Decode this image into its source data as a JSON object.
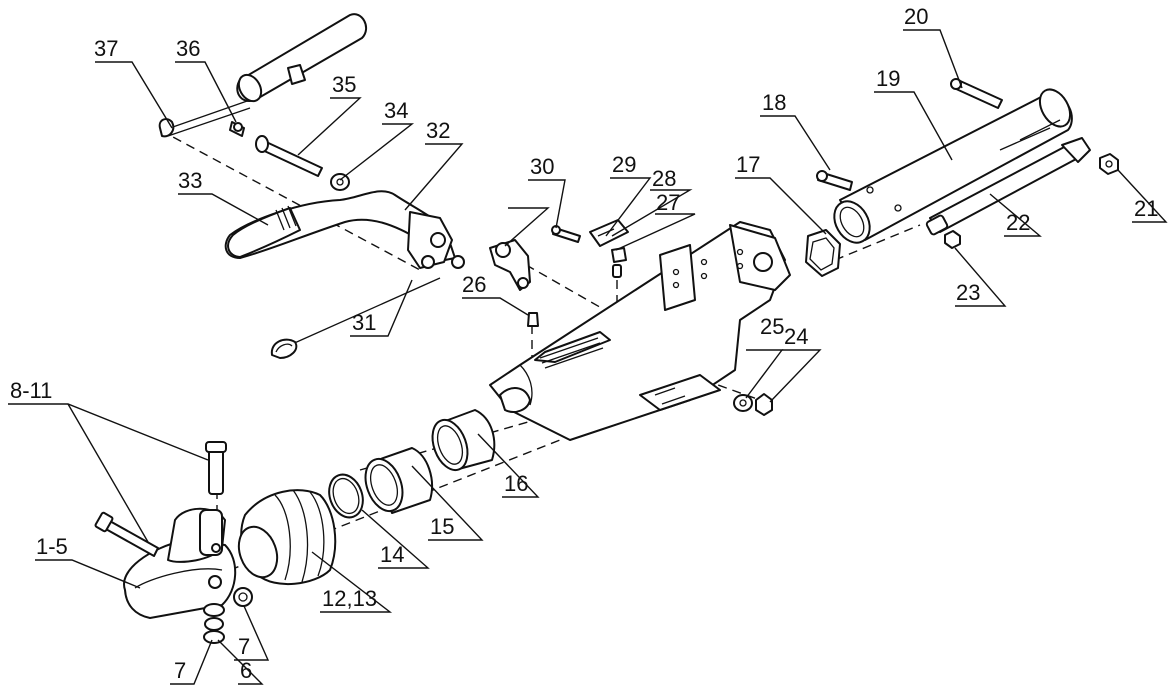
{
  "callouts": {
    "c1_5": "1-5",
    "c6": "6",
    "c7a": "7",
    "c7b": "7",
    "c8_11": "8-11",
    "c12_13": "12,13",
    "c14": "14",
    "c15": "15",
    "c16": "16",
    "c17": "17",
    "c18": "18",
    "c19": "19",
    "c20": "20",
    "c21": "21",
    "c22": "22",
    "c23": "23",
    "c24": "24",
    "c25": "25",
    "c26": "26",
    "c27": "27",
    "c28": "28",
    "c29": "29",
    "c30": "30",
    "c31": "31",
    "c32": "32",
    "c33": "33",
    "c34": "34",
    "c35": "35",
    "c36": "36",
    "c37": "37"
  }
}
